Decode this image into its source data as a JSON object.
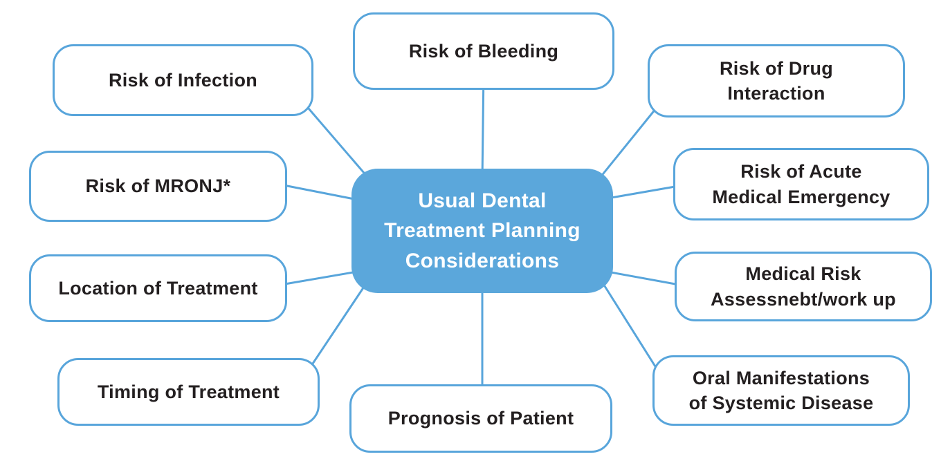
{
  "diagram": {
    "title": "Usual Dental Treatment Planning Considerations mind map",
    "center": {
      "label": "Usual Dental\nTreatment Planning\nConsiderations"
    },
    "nodes": {
      "bleeding": {
        "label": "Risk of Bleeding"
      },
      "infection": {
        "label": "Risk of Infection"
      },
      "mronj": {
        "label": "Risk of MRONJ*"
      },
      "location": {
        "label": "Location of Treatment"
      },
      "timing": {
        "label": "Timing of Treatment"
      },
      "prognosis": {
        "label": "Prognosis of Patient"
      },
      "drug": {
        "label": "Risk of Drug\nInteraction"
      },
      "acute": {
        "label": "Risk of Acute\nMedical Emergency"
      },
      "medical": {
        "label": "Medical Risk\nAssessnebt/work up"
      },
      "oral": {
        "label": "Oral Manifestations\nof Systemic Disease"
      }
    },
    "colors": {
      "background": "#ffffff",
      "center_fill": "#5BA7DB",
      "center_text": "#ffffff",
      "line": "#58A5DB",
      "node_border": "#58A5DB",
      "node_text": "#231F20"
    }
  }
}
